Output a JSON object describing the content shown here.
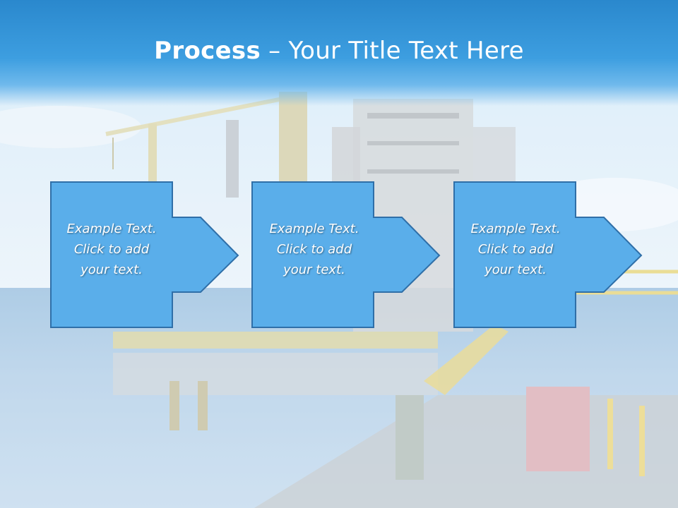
{
  "slide": {
    "title_bold": "Process",
    "title_dash": "–",
    "title_rest": "Your Title Text Here"
  },
  "steps": [
    {
      "line1": "Example Text.",
      "line2": "Click  to add",
      "line3": "your text."
    },
    {
      "line1": "Example Text.",
      "line2": "Click  to add",
      "line3": "your text."
    },
    {
      "line1": "Example Text.",
      "line2": "Click  to add",
      "line3": "your text."
    }
  ],
  "colors": {
    "title_band": "#2a88cd",
    "step_fill": "#5aaeea",
    "step_border": "#2f6fa8",
    "text": "#ffffff"
  }
}
